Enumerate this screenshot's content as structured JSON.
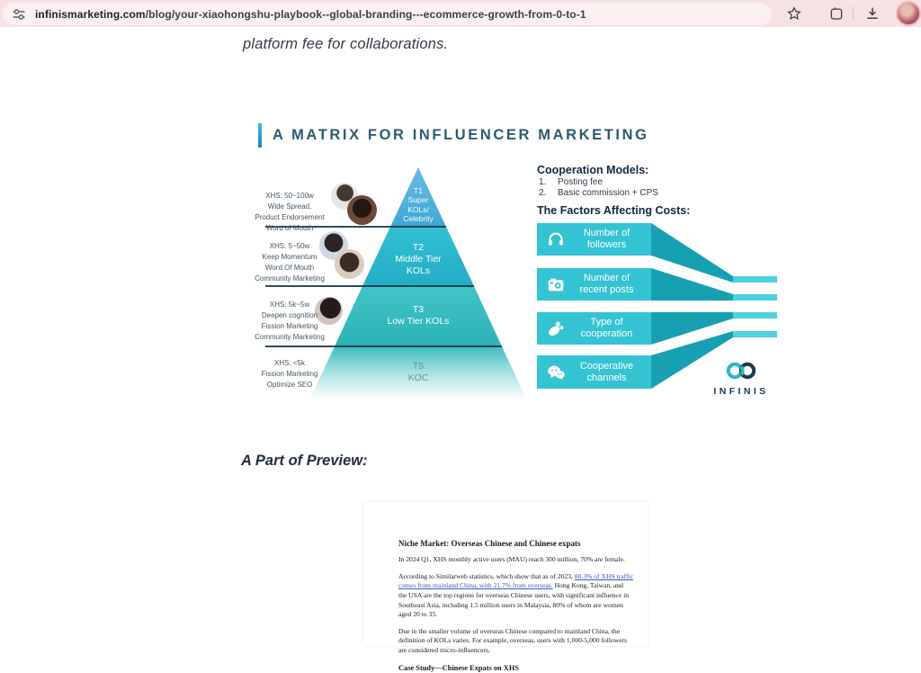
{
  "browser": {
    "url_domain": "infinismarketing.com",
    "url_path": "/blog/your-xiaohongshu-playbook--global-branding---ecommerce-growth-from-0-to-1"
  },
  "intro": {
    "text": "platform fee for collaborations."
  },
  "matrix": {
    "title": "A MATRIX FOR INFLUENCER MARKETING",
    "tiers": [
      {
        "label": "T1\nSuper\nKOLs/\nCelebrity"
      },
      {
        "label": "T2\nMiddle Tier\nKOLs"
      },
      {
        "label": "T3\nLow Tier KOLs"
      },
      {
        "label": "T5\nKOC"
      }
    ],
    "left_labels": [
      {
        "text": "XHS: 50~100w\nWide Spread,\nProduct Endorsement\nWord of Mouth"
      },
      {
        "text": "XHS: 5~50w\nKeep Momentum\nWord Of Mouth\nCommunity Marketing"
      },
      {
        "text": "XHS: 5k~5w\nDeepen cognition\nFission Marketing\nCommunity Marketing"
      },
      {
        "text": "XHS: <5k\nFission Marketing\nOptimize SEO"
      }
    ],
    "cooperation": {
      "title": "Cooperation Models:",
      "items": [
        {
          "num": "1.",
          "text": "Posting fee"
        },
        {
          "num": "2.",
          "text": "Basic commission + CPS"
        }
      ]
    },
    "factors": {
      "title": "The Factors Affecting Costs:",
      "items": [
        {
          "icon": "headset-icon",
          "label": "Number of\nfollowers"
        },
        {
          "icon": "camera-icon",
          "label": "Number of\nrecent posts"
        },
        {
          "icon": "hand-coins-icon",
          "label": "Type of\ncooperation"
        },
        {
          "icon": "chat-bubbles-icon",
          "label": "Cooperative\nchannels"
        }
      ]
    },
    "logo_text": "INFINIS",
    "colors": {
      "tier1": "#4fb0dd",
      "tier2": "#2ab7cd",
      "tier3": "#37bcc0",
      "teal_box": "#34c3d2",
      "ribbon": "#17a0b1",
      "stripe": "#4cd2dd",
      "navy": "#1d3950",
      "accent": "#2bb7c6"
    }
  },
  "preview": {
    "heading": "A Part of Preview:",
    "doc": {
      "title": "Niche Market: Overseas Chinese and Chinese expats",
      "para1": "In 2024 Q1, XHS monthly active users (MAU) reach 300 million, 70% are female.",
      "para2_pre": "According to Similarweb statistics, which show that as of 2023, ",
      "para2_link": "88.3% of XHS traffic comes from mainland China, with 21.7% from overseas.",
      "para2_post": " Hong Kong, Taiwan, and the USA are the top regions for overseas Chinese users, with significant influence in Southeast Asia, including 1.5 million users in Malaysia, 80% of whom are women aged 20 to 35.",
      "para3": "Due to the smaller volume of overseas Chinese compared to mainland China, the definition of KOLs varies. For example, overseas, users with 1,000-5,000 followers are considered micro-influencers.",
      "case_title": "Case Study—Chinese Expats on XHS"
    }
  }
}
